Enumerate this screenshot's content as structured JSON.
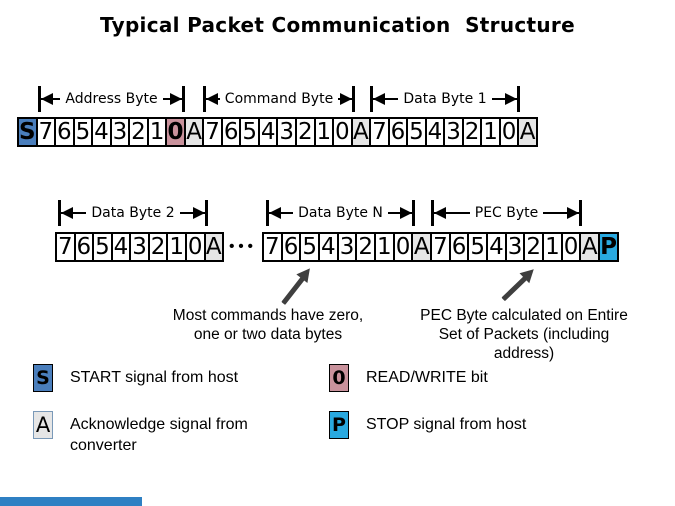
{
  "title": "Typical Packet Communication  Structure",
  "colors": {
    "start": "#4a7ebc",
    "rw": "#c9929c",
    "ack": "#e6e6e6",
    "stop": "#29a9e0",
    "footer": "#2e80c3",
    "arrow": "#3f3f3f"
  },
  "dim_labels": {
    "address": "Address Byte",
    "command": "Command Byte",
    "data1": "Data Byte 1",
    "data2": "Data Byte 2",
    "dataN": "Data Byte N",
    "pec": "PEC Byte"
  },
  "bytes": {
    "separator_dots": "•••",
    "row1": [
      [
        "S",
        "start"
      ],
      [
        "7",
        "bit"
      ],
      [
        "6",
        "bit"
      ],
      [
        "5",
        "bit"
      ],
      [
        "4",
        "bit"
      ],
      [
        "3",
        "bit"
      ],
      [
        "2",
        "bit"
      ],
      [
        "1",
        "bit"
      ],
      [
        "0",
        "rw"
      ],
      [
        "A",
        "ack"
      ],
      [
        "7",
        "bit"
      ],
      [
        "6",
        "bit"
      ],
      [
        "5",
        "bit"
      ],
      [
        "4",
        "bit"
      ],
      [
        "3",
        "bit"
      ],
      [
        "2",
        "bit"
      ],
      [
        "1",
        "bit"
      ],
      [
        "0",
        "bit"
      ],
      [
        "A",
        "ack"
      ],
      [
        "7",
        "bit"
      ],
      [
        "6",
        "bit"
      ],
      [
        "5",
        "bit"
      ],
      [
        "4",
        "bit"
      ],
      [
        "3",
        "bit"
      ],
      [
        "2",
        "bit"
      ],
      [
        "1",
        "bit"
      ],
      [
        "0",
        "bit"
      ],
      [
        "A",
        "ack"
      ]
    ],
    "row2_first": [
      [
        "7",
        "bit"
      ],
      [
        "6",
        "bit"
      ],
      [
        "5",
        "bit"
      ],
      [
        "4",
        "bit"
      ],
      [
        "3",
        "bit"
      ],
      [
        "2",
        "bit"
      ],
      [
        "1",
        "bit"
      ],
      [
        "0",
        "bit"
      ],
      [
        "A",
        "ack"
      ]
    ],
    "row2_rest": [
      [
        "7",
        "bit"
      ],
      [
        "6",
        "bit"
      ],
      [
        "5",
        "bit"
      ],
      [
        "4",
        "bit"
      ],
      [
        "3",
        "bit"
      ],
      [
        "2",
        "bit"
      ],
      [
        "1",
        "bit"
      ],
      [
        "0",
        "bit"
      ],
      [
        "A",
        "ack"
      ],
      [
        "7",
        "bit"
      ],
      [
        "6",
        "bit"
      ],
      [
        "5",
        "bit"
      ],
      [
        "4",
        "bit"
      ],
      [
        "3",
        "bit"
      ],
      [
        "2",
        "bit"
      ],
      [
        "1",
        "bit"
      ],
      [
        "0",
        "bit"
      ],
      [
        "A",
        "ack"
      ],
      [
        "P",
        "stop"
      ]
    ]
  },
  "annotations": {
    "data_bytes_note": "Most commands have zero,\none or two data bytes",
    "pec_note": "PEC Byte calculated on Entire\nSet of Packets (including\naddress)"
  },
  "legend": {
    "items": [
      {
        "symbol": "S",
        "meaning": "START signal from host"
      },
      {
        "symbol": "0",
        "meaning": "READ/WRITE bit"
      },
      {
        "symbol": "A",
        "meaning": "Acknowledge signal from\nconverter"
      },
      {
        "symbol": "P",
        "meaning": "STOP signal from host"
      }
    ]
  }
}
